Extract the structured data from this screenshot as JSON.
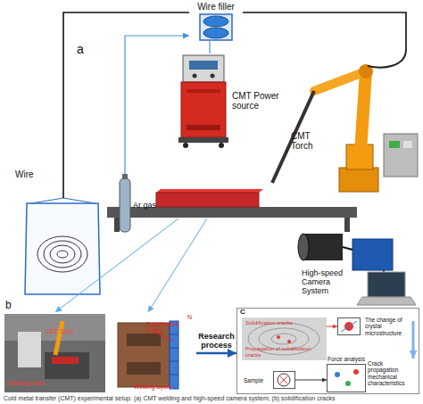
{
  "diagram": {
    "caption": "Cold metal transfer (CMT) experimental setup: (a) CMT welding and high-speed camera system; (b) solidification cracks",
    "nodes": [
      {
        "text": [
          "Wire filler"
        ]
      },
      {
        "text": [
          "CMT Power source"
        ]
      },
      {
        "text": [
          "CMT Torch"
        ]
      },
      {
        "text": [
          "Wire"
        ]
      },
      {
        "text": [
          "Ar gas"
        ]
      },
      {
        "text": [
          "High-speed Camera System"
        ]
      },
      {
        "text": [
          "CMT Torch",
          "Welding robot"
        ]
      },
      {
        "text": [
          "Solidification cracks",
          "N",
          "Welding layers"
        ]
      },
      {
        "text": [
          "C"
        ]
      },
      {
        "text": [
          "Solidification cracks",
          "Propagation of solidification cracks"
        ],
        "in": 8
      },
      {
        "text": [
          "The change of crystal microstructure"
        ],
        "in": 8
      },
      {
        "text": [
          "Sample"
        ],
        "in": 8
      },
      {
        "text": [
          "Force analysis"
        ],
        "in": 8
      }
    ],
    "edges": [
      {
        "from": 0,
        "to": 3,
        "arrow": "none"
      },
      {
        "from": 0,
        "to": 2,
        "arrow": "none"
      },
      {
        "from": 4,
        "to": 0,
        "arrow": "to"
      },
      {
        "from": 0,
        "to": 1,
        "arrow": "none"
      },
      {
        "from": 7,
        "to": 8,
        "label": "Research process",
        "arrow": "to"
      },
      {
        "from": 9,
        "to": 10,
        "arrow": "to"
      },
      {
        "from": 11,
        "to": 12,
        "arrow": "to"
      }
    ],
    "labels": [
      "a",
      "b",
      "Crack propagation mechanical characteristics"
    ]
  }
}
